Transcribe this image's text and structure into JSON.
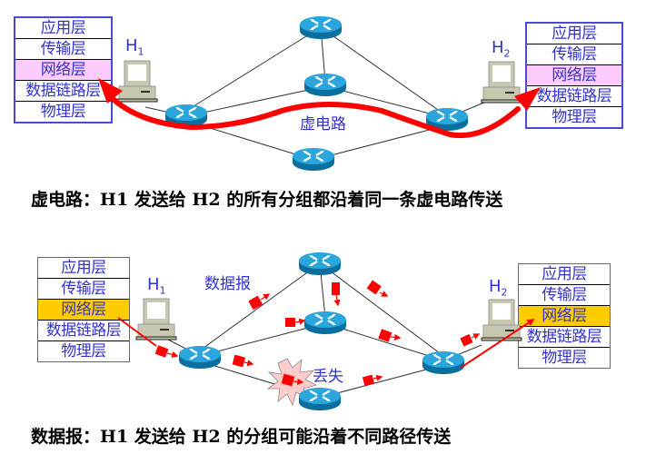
{
  "top": {
    "caption": "虚电路：H1 发送给 H2 的所有分组都沿着同一条虚电路传送",
    "circuit_label": "虚电路",
    "host1": {
      "name": "H",
      "sub": "1"
    },
    "host2": {
      "name": "H",
      "sub": "2"
    },
    "left_stack": [
      "应用层",
      "传输层",
      "网络层",
      "数据链路层",
      "物理层"
    ],
    "right_stack": [
      "应用层",
      "传输层",
      "网络层",
      "数据链路层",
      "物理层"
    ],
    "highlight_layer": "网络层",
    "highlight_color": "#ffccff",
    "path_color": "#ff0000"
  },
  "bottom": {
    "caption": "数据报：H1 发送给 H2 的分组可能沿着不同路径传送",
    "datagram_label": "数据报",
    "lost_label": "丢失",
    "host1": {
      "name": "H",
      "sub": "1"
    },
    "host2": {
      "name": "H",
      "sub": "2"
    },
    "left_stack": [
      "应用层",
      "传输层",
      "网络层",
      "数据链路层",
      "物理层"
    ],
    "right_stack": [
      "应用层",
      "传输层",
      "网络层",
      "数据链路层",
      "物理层"
    ],
    "highlight_layer": "网络层",
    "highlight_color": "#ffcc00",
    "packet_color": "#ff0000"
  },
  "colors": {
    "label_text": "#3333cc",
    "router": "#1a8fc8",
    "burst": "#ffcccc"
  }
}
